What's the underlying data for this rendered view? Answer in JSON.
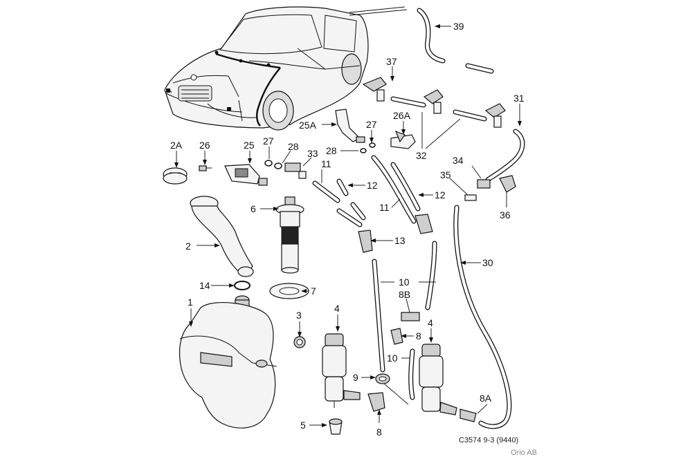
{
  "labels": {
    "l39": "39",
    "l37": "37",
    "l31": "31",
    "l26A": "26A",
    "l27a": "27",
    "l25A": "25A",
    "l32": "32",
    "l2A": "2A",
    "l26": "26",
    "l25": "25",
    "l27b": "27",
    "l28a": "28",
    "l33": "33",
    "l28b": "28",
    "l11a": "11",
    "l12a": "12",
    "l34": "34",
    "l35": "35",
    "l12b": "12",
    "l11b": "11",
    "l36": "36",
    "l6": "6",
    "l2": "2",
    "l13": "13",
    "l30": "30",
    "l14": "14",
    "l7": "7",
    "l10a": "10",
    "l1": "1",
    "l8B": "8B",
    "l3": "3",
    "l4a": "4",
    "l4b": "4",
    "l8a": "8",
    "l10b": "10",
    "l9": "9",
    "l8A": "8A",
    "l5": "5",
    "l8b": "8"
  },
  "footer": {
    "code": "C3574 9-3 (9440)",
    "publisher": "Orio AB"
  }
}
